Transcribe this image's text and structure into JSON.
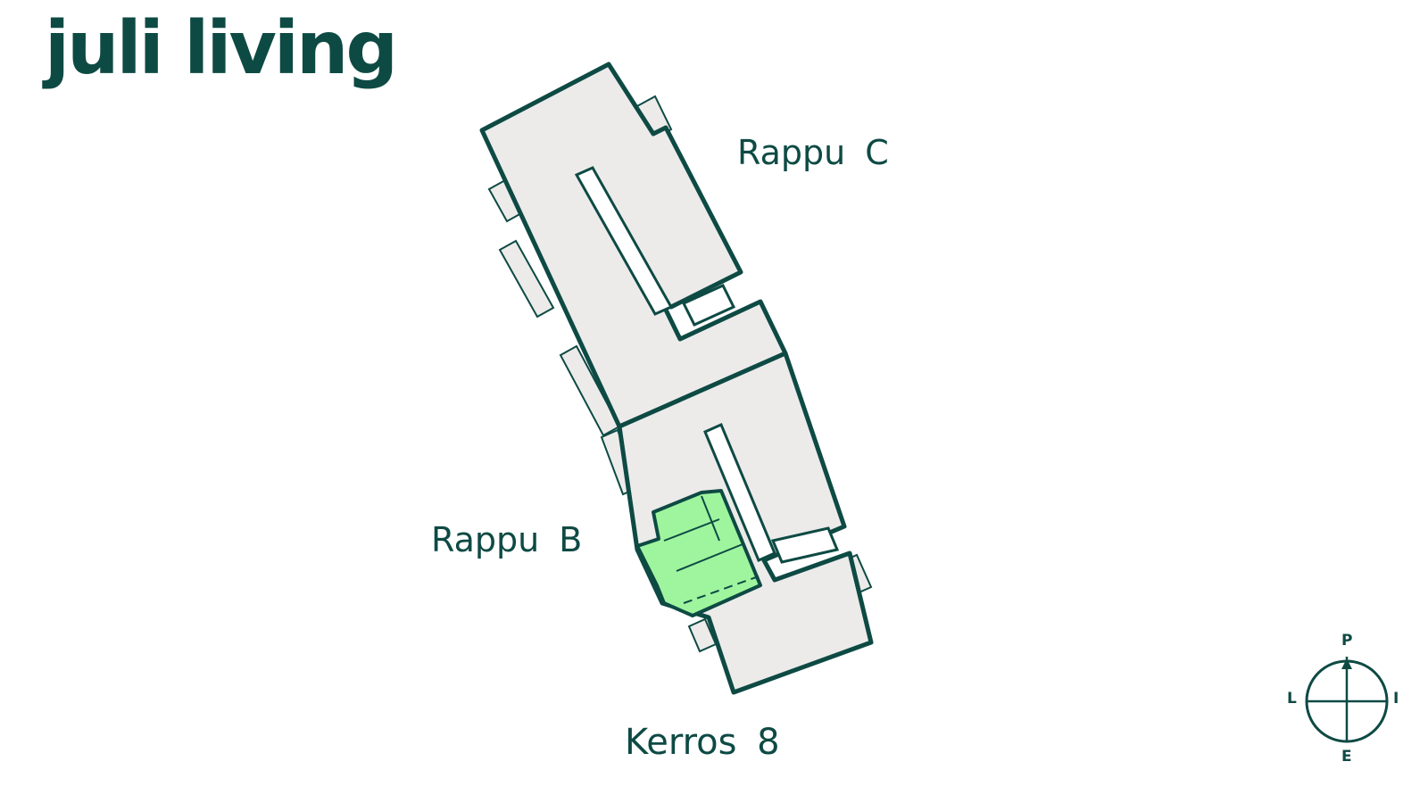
{
  "brand": {
    "logo_text": "juli living"
  },
  "labels": {
    "stair_c": "Rappu C",
    "stair_b": "Rappu B",
    "floor": "Kerros 8"
  },
  "compass": {
    "north": "P",
    "south": "E",
    "west": "L",
    "east": "I",
    "icon": "compass-icon"
  },
  "colors": {
    "brand": "#0e4a44",
    "building_fill": "#ecebea",
    "highlight_apartment": "#9ef59e",
    "background": "#ffffff"
  }
}
